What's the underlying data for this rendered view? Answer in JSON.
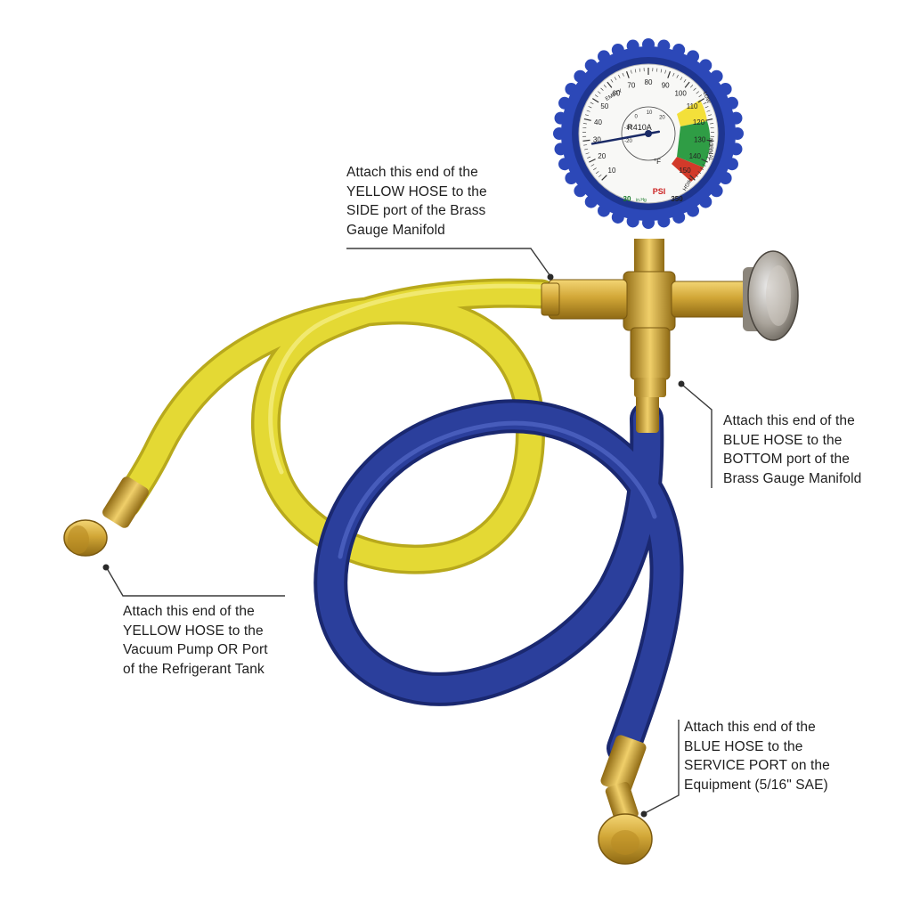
{
  "colors": {
    "yellow_hose": "#e4d934",
    "yellow_hose_shadow": "#b8a91c",
    "blue_hose": "#2b3f9c",
    "blue_hose_shadow": "#1a2870",
    "brass": "#d2a737",
    "brass_dark": "#8f6a14",
    "gauge_rim": "#2c48b8",
    "gauge_face": "#f8f8f6",
    "needle": "#1a2a66"
  },
  "gauge": {
    "refrigerant": "R410A",
    "unit": "PSI",
    "outer_ticks": [
      "10",
      "20",
      "30",
      "40",
      "50",
      "60",
      "70",
      "80",
      "90",
      "100",
      "110",
      "120",
      "130",
      "140",
      "150"
    ],
    "inner_ticks": [
      "-20",
      "-10",
      "0",
      "10",
      "20"
    ],
    "zone_labels": [
      "EMPTY",
      "LOW",
      "NORMAL",
      "HIGH"
    ],
    "vacuum_label": "30",
    "vacuum_unit": "in.Hg",
    "max_label": "350",
    "degree_symbol": "°F",
    "needle_value": 28
  },
  "callouts": {
    "yellow_side": {
      "lines": [
        "Attach this end of the",
        "YELLOW HOSE to the",
        "SIDE port of the Brass",
        "Gauge Manifold"
      ]
    },
    "blue_bottom": {
      "lines": [
        "Attach this end of the",
        "BLUE HOSE to the",
        "BOTTOM port of the",
        "Brass Gauge Manifold"
      ]
    },
    "yellow_vacuum": {
      "lines": [
        "Attach this end of the",
        "YELLOW HOSE to the",
        "Vacuum Pump OR Port",
        "of the Refrigerant Tank"
      ]
    },
    "blue_service": {
      "lines": [
        "Attach this end of the",
        "BLUE HOSE to the",
        "SERVICE PORT on the",
        "Equipment (5/16\" SAE)"
      ]
    }
  }
}
